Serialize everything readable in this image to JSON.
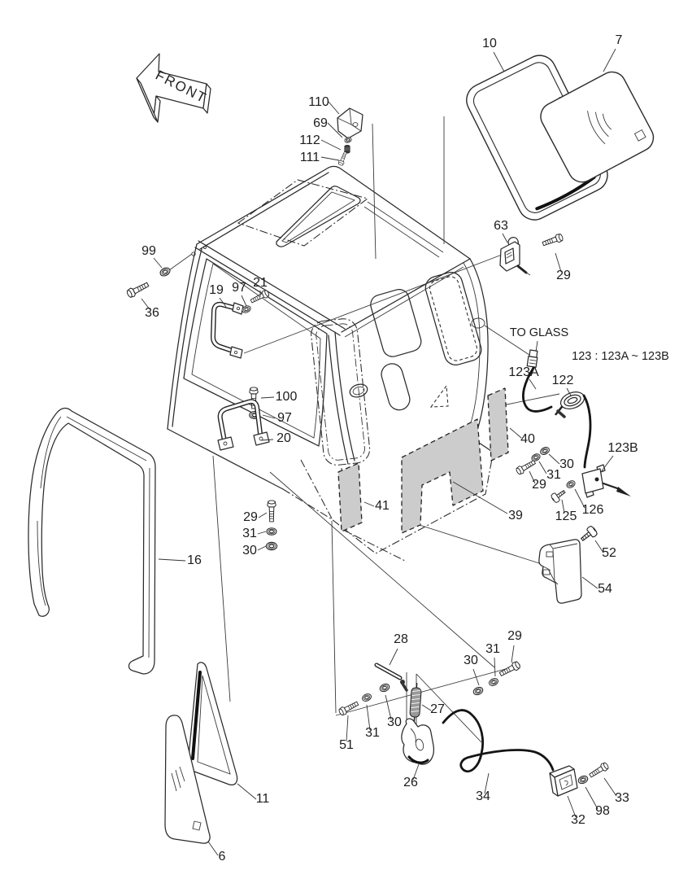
{
  "diagram": {
    "background": "#ffffff",
    "line_color": "#2a2a2a",
    "panel_fill": "#cccccc",
    "front_arrow": {
      "label": "FRONT"
    },
    "notes": {
      "to_glass": "TO GLASS",
      "range_123": "123 : 123A ~ 123B"
    },
    "part_labels": [
      {
        "id": "110",
        "text": "110"
      },
      {
        "id": "69",
        "text": "69"
      },
      {
        "id": "112",
        "text": "112"
      },
      {
        "id": "111",
        "text": "111"
      },
      {
        "id": "10",
        "text": "10"
      },
      {
        "id": "7",
        "text": "7"
      },
      {
        "id": "63",
        "text": "63"
      },
      {
        "id": "29a",
        "text": "29"
      },
      {
        "id": "99",
        "text": "99"
      },
      {
        "id": "36",
        "text": "36"
      },
      {
        "id": "19",
        "text": "19"
      },
      {
        "id": "97a",
        "text": "97"
      },
      {
        "id": "21",
        "text": "21"
      },
      {
        "id": "100",
        "text": "100"
      },
      {
        "id": "97b",
        "text": "97"
      },
      {
        "id": "20",
        "text": "20"
      },
      {
        "id": "123a",
        "text": "123A"
      },
      {
        "id": "122",
        "text": "122"
      },
      {
        "id": "40",
        "text": "40"
      },
      {
        "id": "30c",
        "text": "30"
      },
      {
        "id": "31c",
        "text": "31"
      },
      {
        "id": "29c",
        "text": "29"
      },
      {
        "id": "123b",
        "text": "123B"
      },
      {
        "id": "125",
        "text": "125"
      },
      {
        "id": "126",
        "text": "126"
      },
      {
        "id": "16",
        "text": "16"
      },
      {
        "id": "41",
        "text": "41"
      },
      {
        "id": "39",
        "text": "39"
      },
      {
        "id": "29d",
        "text": "29"
      },
      {
        "id": "31d",
        "text": "31"
      },
      {
        "id": "30d",
        "text": "30"
      },
      {
        "id": "52",
        "text": "52"
      },
      {
        "id": "54",
        "text": "54"
      },
      {
        "id": "28",
        "text": "28"
      },
      {
        "id": "29b",
        "text": "29"
      },
      {
        "id": "31b",
        "text": "31"
      },
      {
        "id": "30b",
        "text": "30"
      },
      {
        "id": "27",
        "text": "27"
      },
      {
        "id": "30a",
        "text": "30"
      },
      {
        "id": "31a",
        "text": "31"
      },
      {
        "id": "51",
        "text": "51"
      },
      {
        "id": "26",
        "text": "26"
      },
      {
        "id": "34",
        "text": "34"
      },
      {
        "id": "32",
        "text": "32"
      },
      {
        "id": "98",
        "text": "98"
      },
      {
        "id": "33",
        "text": "33"
      },
      {
        "id": "11",
        "text": "11"
      },
      {
        "id": "6",
        "text": "6"
      }
    ]
  }
}
